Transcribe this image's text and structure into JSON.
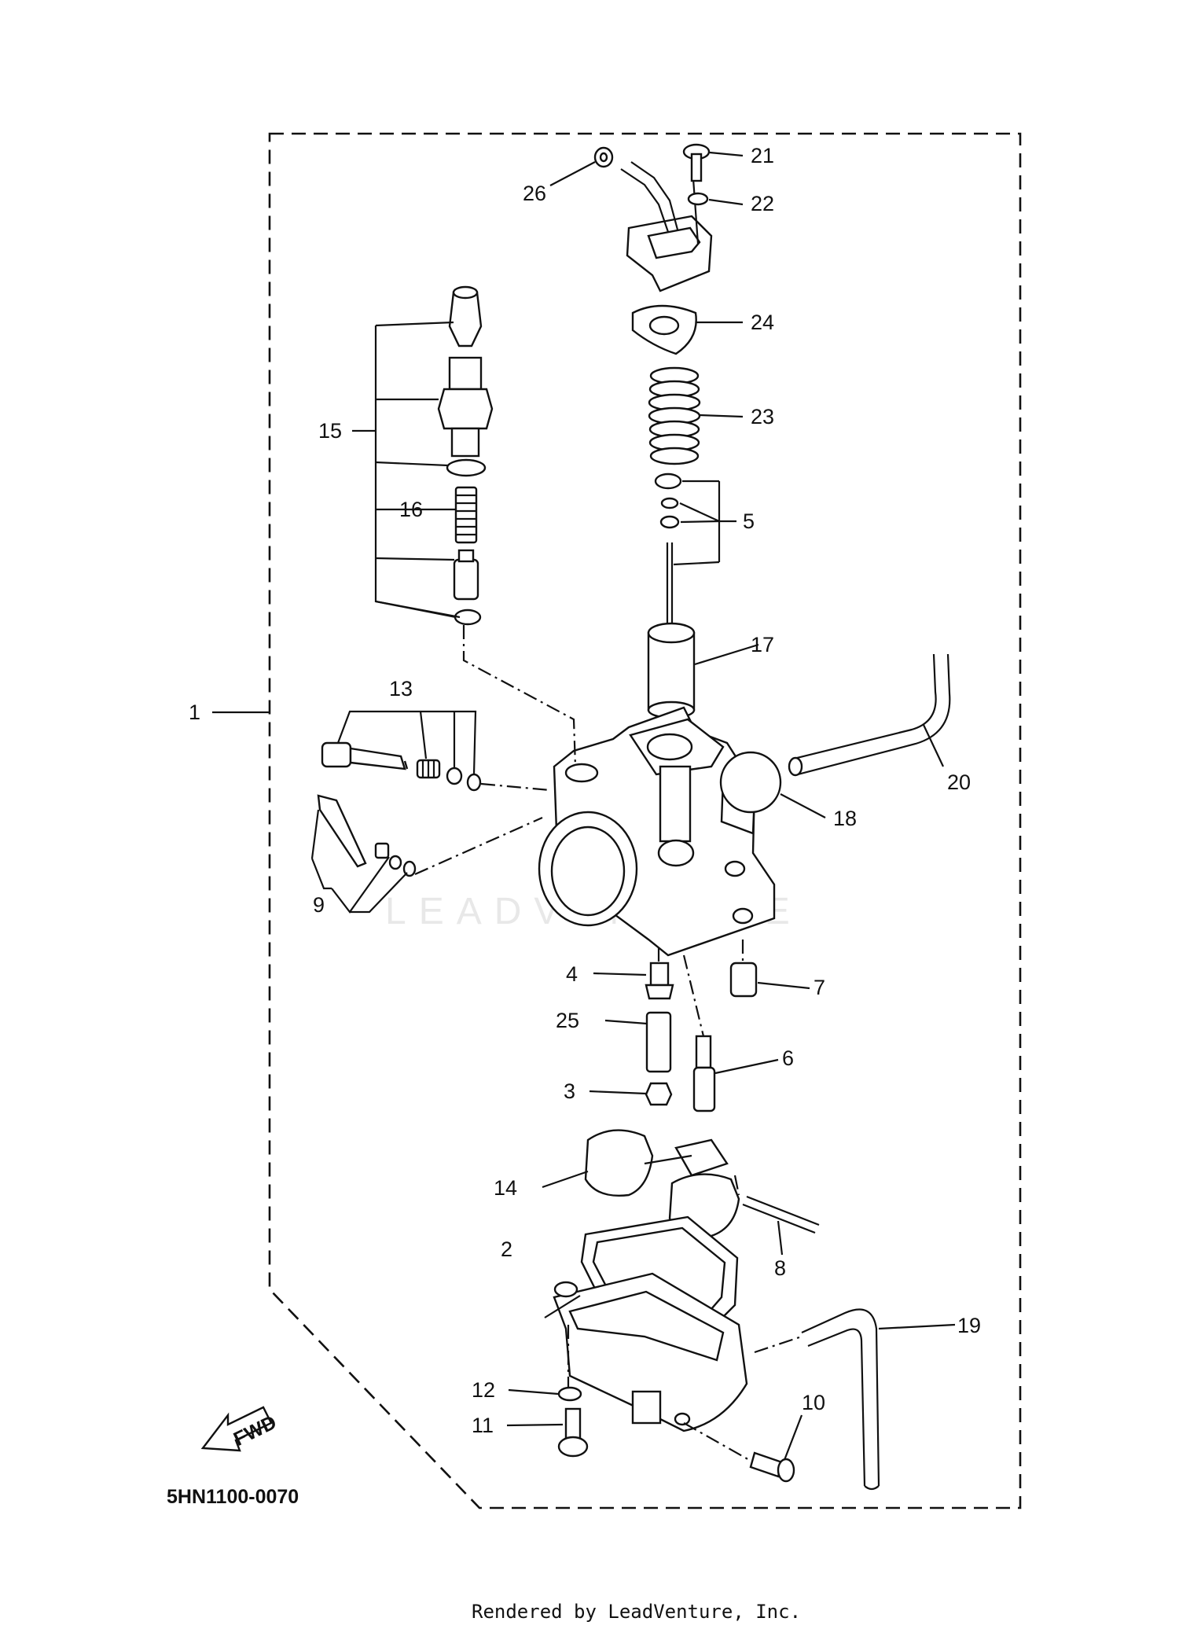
{
  "diagram": {
    "reference_code": "5HN1100-0070",
    "credit": "Rendered by LeadVenture, Inc.",
    "watermark": "LEADVENTURE",
    "fwd_label": "FWD",
    "callouts": [
      {
        "id": "1",
        "label": "1"
      },
      {
        "id": "2",
        "label": "2"
      },
      {
        "id": "3",
        "label": "3"
      },
      {
        "id": "4",
        "label": "4"
      },
      {
        "id": "5",
        "label": "5"
      },
      {
        "id": "6",
        "label": "6"
      },
      {
        "id": "7",
        "label": "7"
      },
      {
        "id": "8",
        "label": "8"
      },
      {
        "id": "9",
        "label": "9"
      },
      {
        "id": "10",
        "label": "10"
      },
      {
        "id": "11",
        "label": "11"
      },
      {
        "id": "12",
        "label": "12"
      },
      {
        "id": "13",
        "label": "13"
      },
      {
        "id": "14",
        "label": "14"
      },
      {
        "id": "15",
        "label": "15"
      },
      {
        "id": "16",
        "label": "16"
      },
      {
        "id": "17",
        "label": "17"
      },
      {
        "id": "18",
        "label": "18"
      },
      {
        "id": "19",
        "label": "19"
      },
      {
        "id": "20",
        "label": "20"
      },
      {
        "id": "21",
        "label": "21"
      },
      {
        "id": "22",
        "label": "22"
      },
      {
        "id": "23",
        "label": "23"
      },
      {
        "id": "24",
        "label": "24"
      },
      {
        "id": "25",
        "label": "25"
      },
      {
        "id": "26",
        "label": "26"
      }
    ]
  }
}
